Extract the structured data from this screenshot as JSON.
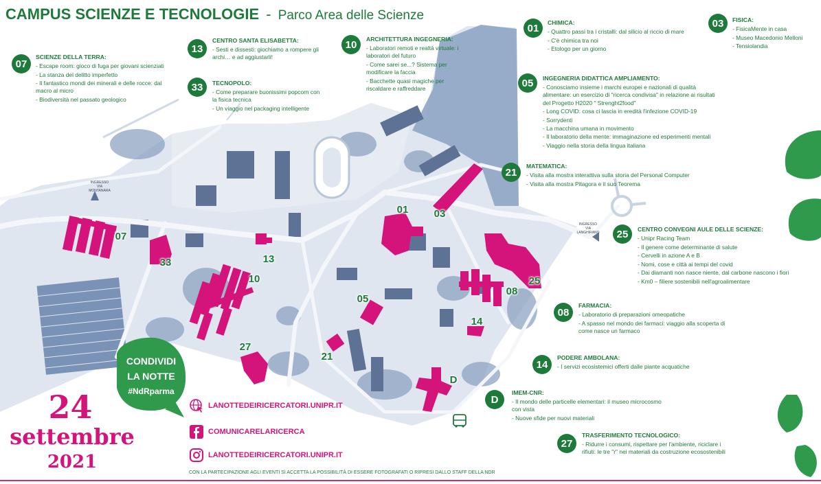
{
  "title": {
    "main": "CAMPUS SCIENZE E TECNOLOGIE",
    "separator": "-",
    "subtitle": "Parco Area delle Scienze"
  },
  "venues": [
    {
      "number": "07",
      "heading": "SCIENZE DELLA TERRA:",
      "items": [
        "- Escape room: gioco di fuga per giovani scienziati",
        "- La stanza del delitto imperfetto",
        "- Il fantastico mondi dei minerali e delle rocce: dal macro al micro",
        "- Biodiversità nel passato geologico"
      ]
    },
    {
      "number": "13",
      "heading": "CENTRO SANTA ELISABETTA:",
      "items": [
        "- Sesti e dissesti: giochiamo a rompere gli archi… e ad aggiustarli!"
      ]
    },
    {
      "number": "33",
      "heading": "TECNOPOLO:",
      "items": [
        "- Come preparare buonissimi popcorn con la fisica tecnica",
        "- Un viaggio nel packaging intelligente"
      ]
    },
    {
      "number": "10",
      "heading": "ARCHITETTURA INGEGNERIA:",
      "items": [
        "- Laboratori remoti e realtà virtuale: i laboratori del futuro",
        "- Come sarei se...? Sistema per modificare la faccia",
        "- Bacchette quasi magiche per riscaldare e raffreddare"
      ]
    },
    {
      "number": "01",
      "heading": "CHIMICA:",
      "items": [
        "- Quattro passi tra i cristalli: dal silicio al riccio di mare",
        "- C'è chimica tra noi",
        "- Etologo per un giorno"
      ]
    },
    {
      "number": "03",
      "heading": "FISICA:",
      "items": [
        "- FisicaMente in casa",
        "- Museo Macedonio Melloni",
        "- Tensiolandia"
      ]
    },
    {
      "number": "05",
      "heading": "INGEGNERIA DIDATTICA AMPLIAMENTO:",
      "items": [
        "- Conosciamo insieme i marchi europei e nazionali di qualità alimentare: un esercizio di \"ricerca condivisa\" in relazione ai risultati del Progetto H2020 \" Strenght2food\"",
        "- Long COVID: cosa ci lascia in eredità l'infezione COVID-19",
        "- Sorrydenti",
        "- La macchina umana in movimento",
        "- Il laboratorio della mente: immaginazione ed esperimenti mentali",
        "- Viaggio nella storia della lingua italiana"
      ]
    },
    {
      "number": "21",
      "heading": "MATEMATICA:",
      "items": [
        "- Visita alla mostra interattiva sulla storia del Personal Computer",
        "- Visita alla mostra Pitagora e il suo Teorema"
      ]
    },
    {
      "number": "25",
      "heading": "CENTRO CONVEGNI AULE DELLE SCIENZE:",
      "items": [
        "- Unipr Racing Team",
        "- Il genere come determinante di salute",
        "- Cervelli in azione A e B",
        "- Nomi, cose e città ai tempi del covid",
        "- Dai diamanti non nasce niente, dal carbone nascono i fiori",
        "- Km0 – filiere sostenibili nell'agroalimentare"
      ]
    },
    {
      "number": "08",
      "heading": "FARMACIA:",
      "items": [
        "- Laboratorio di preparazioni omeopatiche",
        "- A spasso nel mondo dei farmaci: viaggio alla scoperta di come nasce un farmaco"
      ]
    },
    {
      "number": "14",
      "heading": "PODERE AMBOLANA:",
      "items": [
        "- I servizi ecosistemici offerti dalle piante acquatiche"
      ]
    },
    {
      "number": "D",
      "heading": "IMEM-CNR:",
      "items": [
        "- Il mondo delle particelle elementari: il museo microcosmo con vista",
        "- Nuove sfide per nuovi materiali"
      ]
    },
    {
      "number": "27",
      "heading": "TRASFERIMENTO TECNOLOGICO:",
      "items": [
        "- Ridurre i consumi, rispettare per l'ambiente, riciclare i rifiuti: le tre \"r\" nei materiali da costruzione ecosostenibili"
      ]
    }
  ],
  "map_labels": [
    "07",
    "33",
    "13",
    "10",
    "01",
    "03",
    "05",
    "08",
    "25",
    "14",
    "21",
    "27",
    "D"
  ],
  "roads": {
    "montanara": [
      "INGRESSO",
      "VIA MONTANARA"
    ],
    "langhirano": [
      "INGRESSO",
      "VIA LANGHIRANO"
    ]
  },
  "bubble": {
    "line1": "CONDIVIDI",
    "line2": "LA NOTTE",
    "line3": "#NdRparma"
  },
  "date": {
    "day": "24",
    "month": "settembre",
    "year": "2021"
  },
  "links": [
    {
      "icon": "globe-cursor-icon",
      "text": "LANOTTEDEIRICERCATORI.UNIPR.IT"
    },
    {
      "icon": "facebook-icon",
      "text": "COMUNICARELARICERCA"
    },
    {
      "icon": "instagram-icon",
      "text": "LANOTTEDEIRICERCATORI.UNIPR.IT"
    }
  ],
  "footer": "CON LA PARTECIPAZIONE AGLI EVENTI SI ACCETTA LA POSSIBILITÀ DI ESSERE FOTOGRAFATI O RIPRESI DALLO STAFF DELLA NDR",
  "colors": {
    "green": "#1e7a3a",
    "magenta": "#d4147a",
    "map_blue": "#8ea3c1",
    "map_light": "#dbe3ee",
    "leaf": "#2f9a4c"
  }
}
